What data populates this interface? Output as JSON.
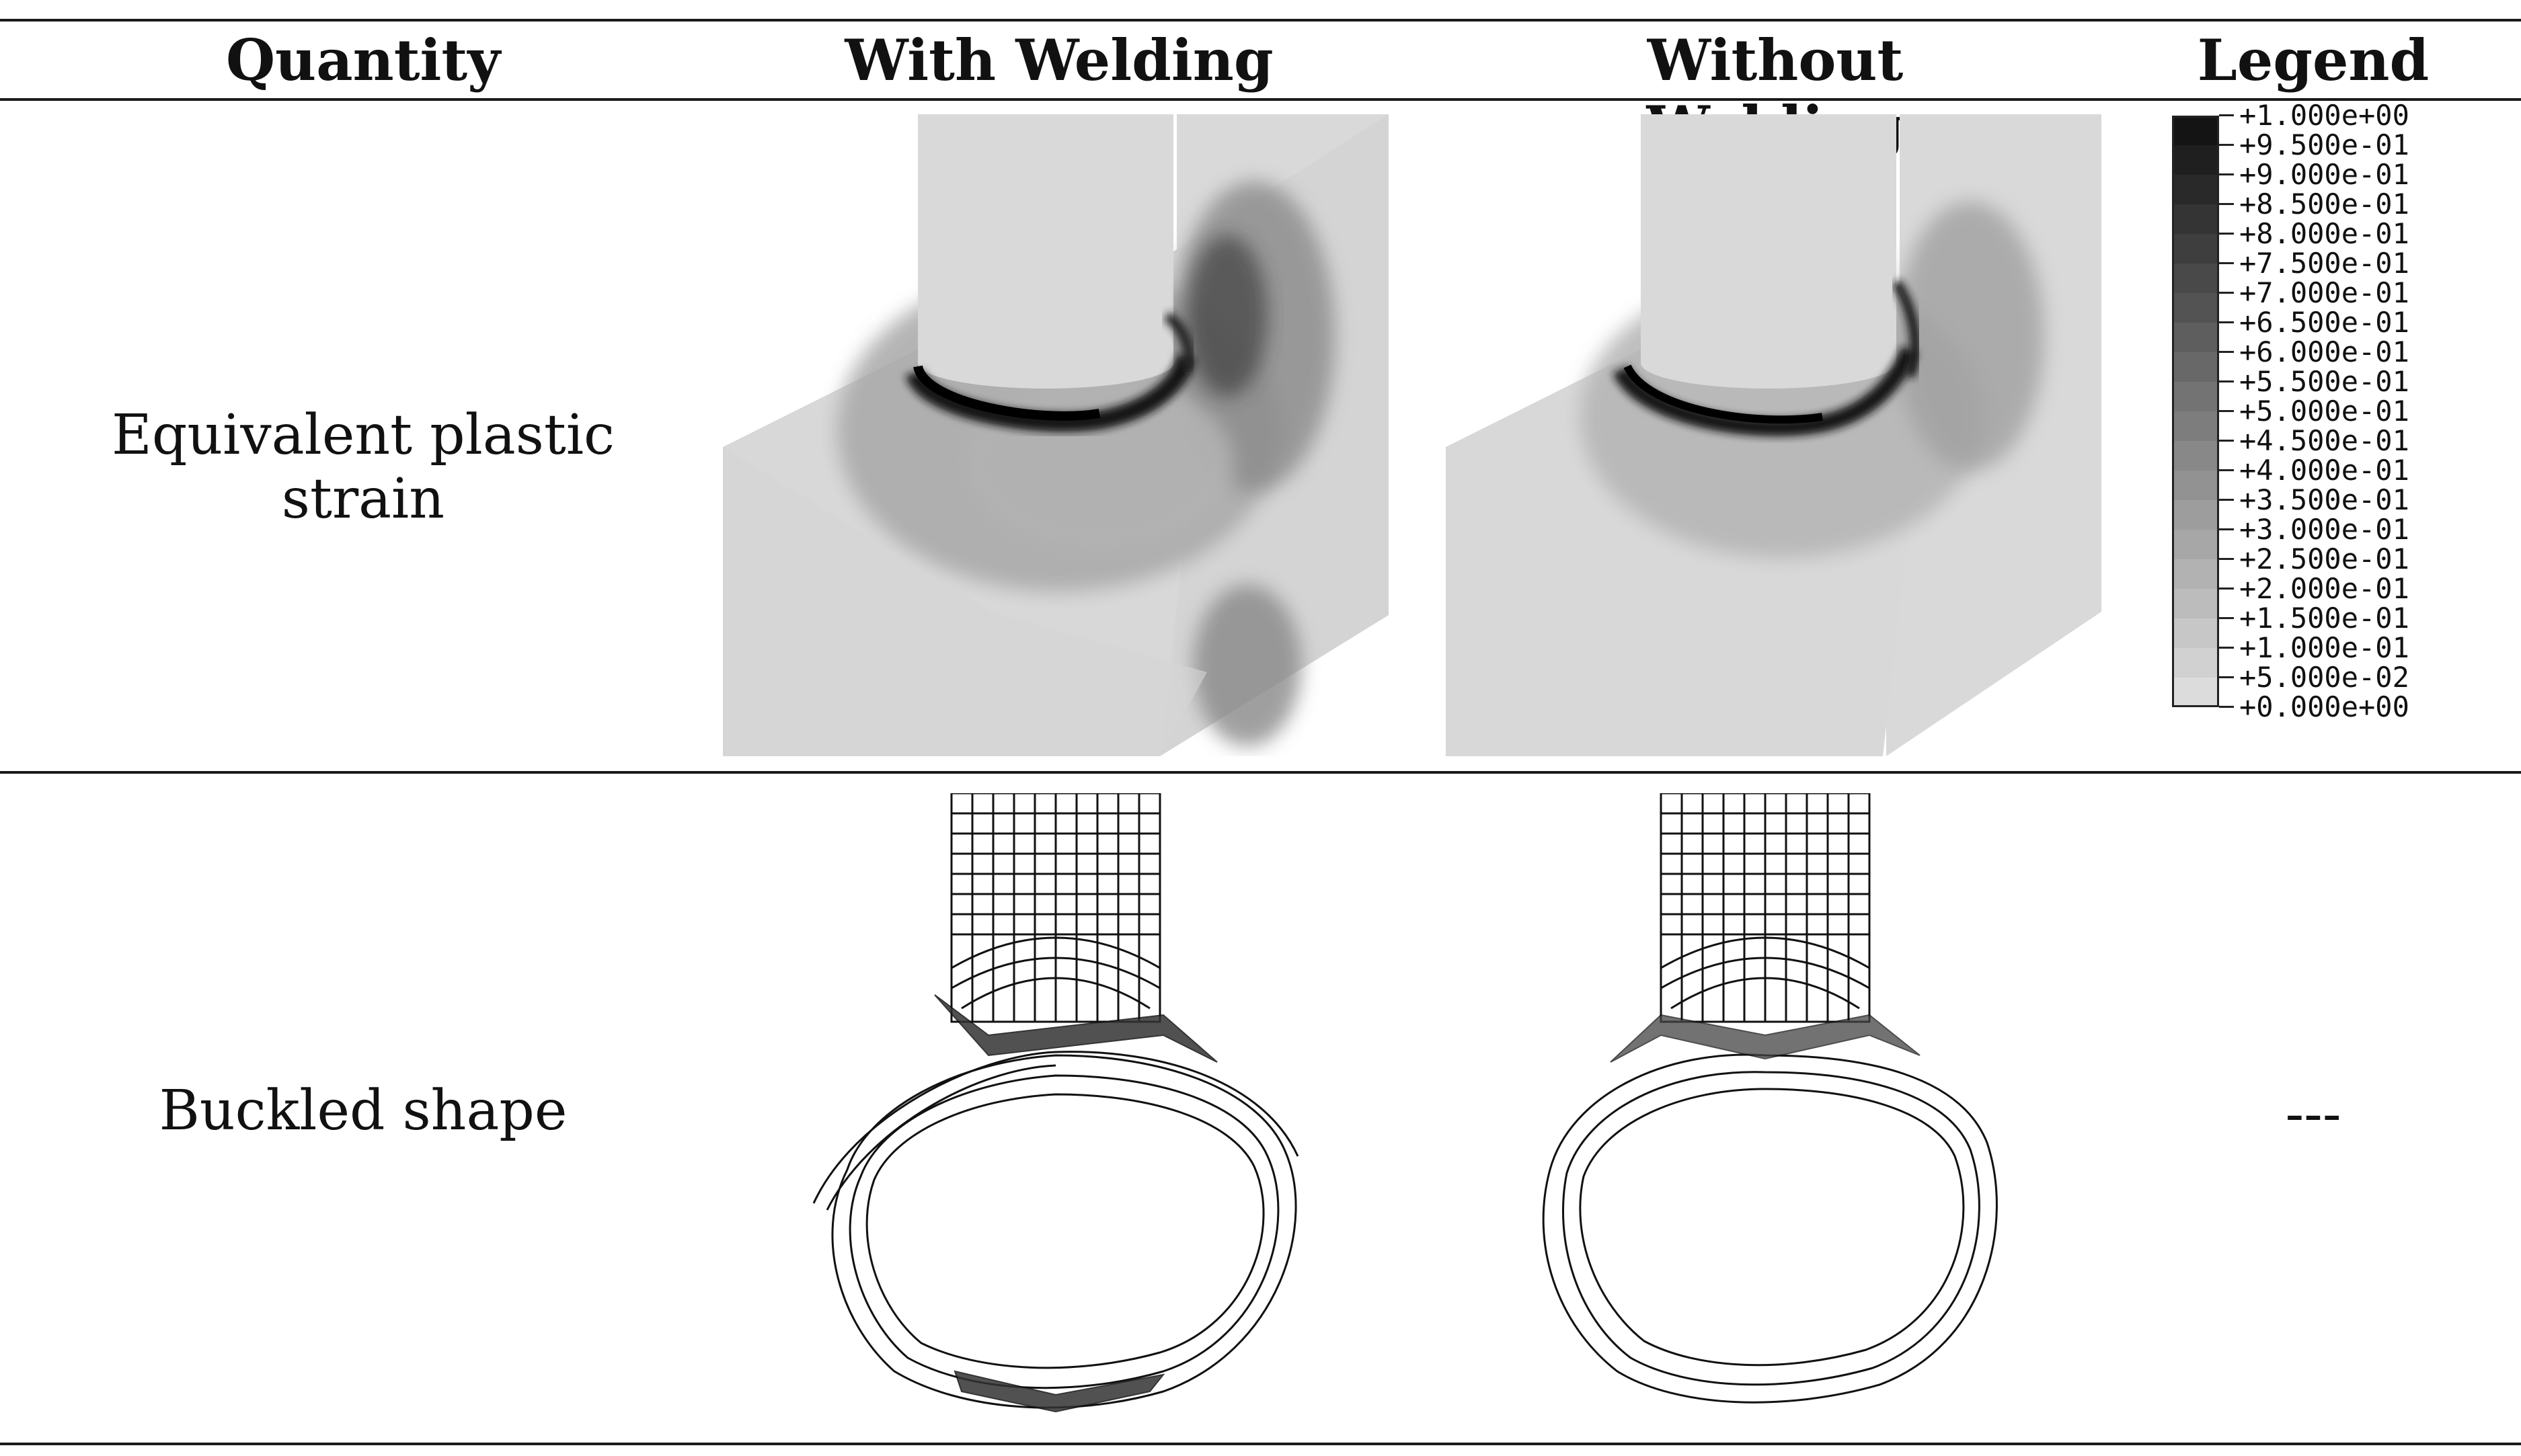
{
  "table": {
    "headers": [
      "Quantity",
      "With Welding",
      "Without Welding",
      "Legend"
    ],
    "rows": [
      {
        "quantity": "Equivalent plastic strain"
      },
      {
        "quantity": "Buckled shape",
        "legend": "---"
      }
    ]
  },
  "legend": {
    "labels": [
      "+1.000e+00",
      "+9.500e-01",
      "+9.000e-01",
      "+8.500e-01",
      "+8.000e-01",
      "+7.500e-01",
      "+7.000e-01",
      "+6.500e-01",
      "+6.000e-01",
      "+5.500e-01",
      "+5.000e-01",
      "+4.500e-01",
      "+4.000e-01",
      "+3.500e-01",
      "+3.000e-01",
      "+2.500e-01",
      "+2.000e-01",
      "+1.500e-01",
      "+1.000e-01",
      "+5.000e-02",
      "+0.000e+00"
    ]
  }
}
